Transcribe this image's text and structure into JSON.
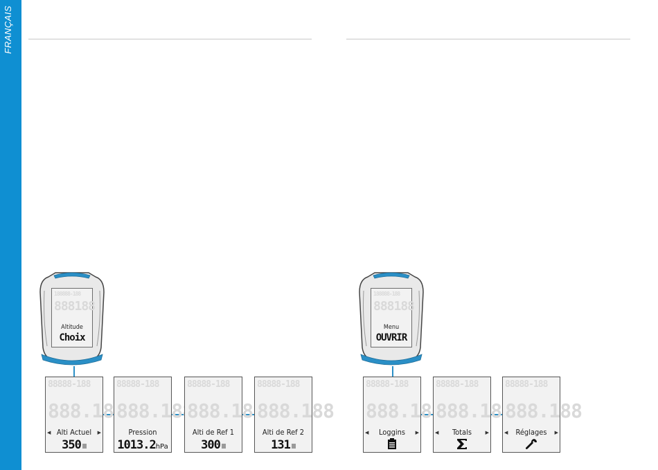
{
  "side_tab": {
    "label": "FRANÇAIS"
  },
  "left": {
    "device": {
      "label": "Altitude",
      "value": "Choix",
      "ghost_top": "188888-188",
      "ghost_mid": "888188"
    },
    "panels": [
      {
        "label": "Alti Actuel",
        "value": "350",
        "unit": ""
      },
      {
        "label": "Pression",
        "value": "1013.2",
        "unit": "hPa"
      },
      {
        "label": "Alti de Ref 1",
        "value": "300",
        "unit": ""
      },
      {
        "label": "Alti de Ref 2",
        "value": "131",
        "unit": ""
      }
    ]
  },
  "right": {
    "device": {
      "label": "Menu",
      "value": "OUVRIR",
      "ghost_top": "188888-188",
      "ghost_mid": "888188"
    },
    "panels": [
      {
        "label": "Loggins",
        "icon": "clipboard-icon"
      },
      {
        "label": "Totals",
        "icon": "sigma-icon"
      },
      {
        "label": "Réglages",
        "icon": "wrench-icon"
      }
    ]
  },
  "ghost": {
    "top": "88888-188",
    "mid": "888",
    "big": "888.188"
  },
  "colors": {
    "accent": "#0f8fd2",
    "connector": "#2a8fc6",
    "device_body": "#e9e9e9"
  }
}
